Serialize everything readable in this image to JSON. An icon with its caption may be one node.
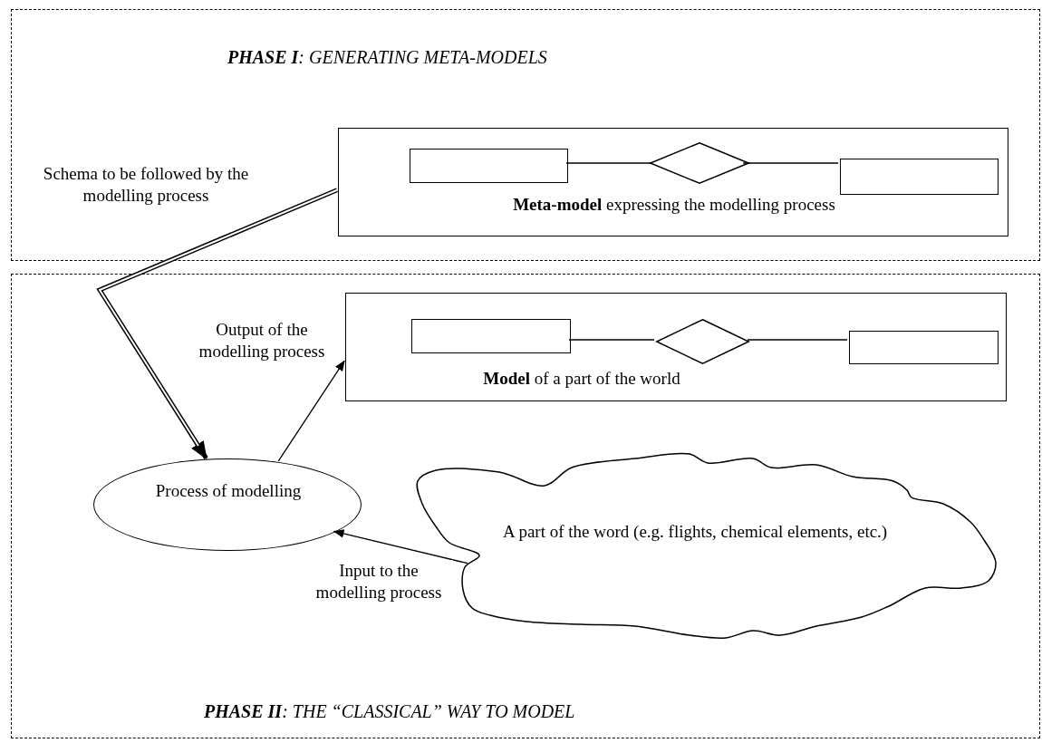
{
  "diagram": {
    "nodes": [
      {
        "text": [
          "**PHASE I**: GENERATING META-MODELS"
        ]
      },
      {
        "text": [
          "**Meta-model** expressing the modelling process"
        ],
        "in": 0
      },
      {
        "text": [],
        "shape": "box",
        "in": 1
      },
      {
        "text": [],
        "shape": "diamond",
        "in": 1
      },
      {
        "text": [],
        "shape": "box",
        "in": 1
      },
      {
        "text": [
          "**PHASE II**: THE “CLASSICAL” WAY TO MODEL"
        ]
      },
      {
        "text": [
          "**Model** of a part of the world"
        ],
        "in": 5
      },
      {
        "text": [],
        "shape": "box",
        "in": 6
      },
      {
        "text": [],
        "shape": "diamond",
        "in": 6
      },
      {
        "text": [],
        "shape": "box",
        "in": 6
      },
      {
        "text": [
          "Process of modelling"
        ],
        "in": 5
      },
      {
        "text": [
          "A part of the word (e.g. flights, chemical elements, etc.)"
        ],
        "in": 5
      }
    ],
    "edges": [
      {
        "from": 2,
        "to": 3,
        "arrow": "none"
      },
      {
        "from": 3,
        "to": 4,
        "arrow": "none"
      },
      {
        "from": 7,
        "to": 8,
        "arrow": "none"
      },
      {
        "from": 8,
        "to": 9,
        "arrow": "none"
      },
      {
        "from": 1,
        "to": 10,
        "arrow": "to",
        "label": "Schema to be followed by the modelling process",
        "style": "thick"
      },
      {
        "from": 10,
        "to": 6,
        "arrow": "to",
        "label": "Output of the modelling process"
      },
      {
        "from": 11,
        "to": 10,
        "arrow": "to",
        "label": "Input to the modelling process"
      }
    ]
  }
}
